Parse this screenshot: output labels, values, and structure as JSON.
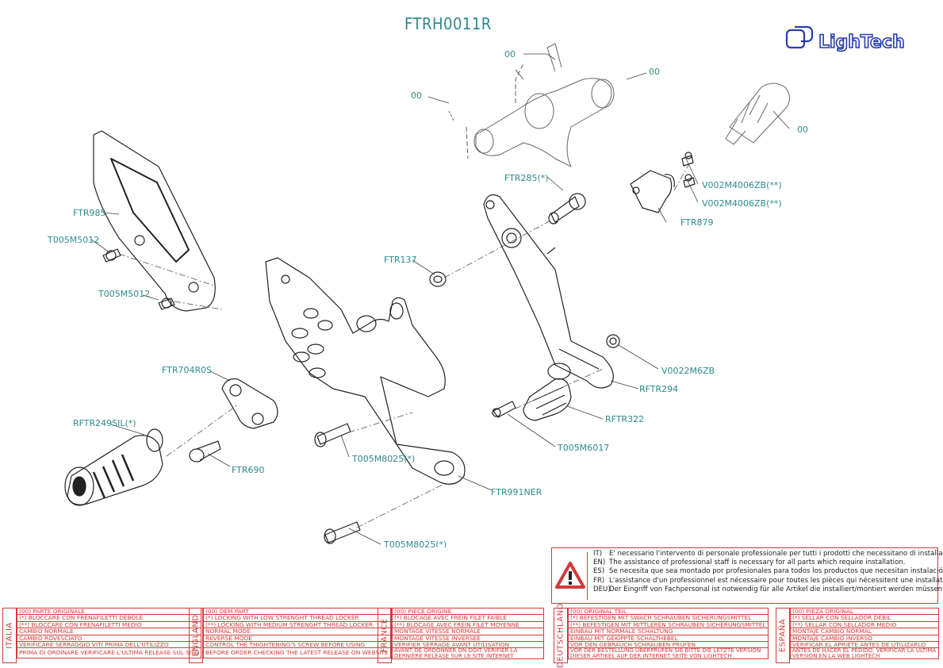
{
  "title": "FTRH0011R",
  "brand": "LighTech",
  "part_labels": [
    "00",
    "00",
    "00",
    "00",
    "FTR985",
    "T005M5012",
    "T005M5012",
    "FTR285(*)",
    "V002M4006ZB(**)",
    "V002M4006ZB(**)",
    "FTR879",
    "FTR137",
    "V0022M6ZB",
    "RFTR294",
    "RFTR322",
    "FTR704R0S",
    "RFTR249SIL(*)",
    "FTR690",
    "T005M8025(*)",
    "T005M6017",
    "FTR991NER",
    "T005M8025(*)"
  ],
  "warning": {
    "icon": "warning-triangle-icon",
    "lines": [
      {
        "code": "IT)",
        "text": "E' necessario l'intervento di personale professionale per tutti i prodotti che necessitano di installazione."
      },
      {
        "code": "EN)",
        "text": "The assistance of professional staff is necessary for all parts which require installation."
      },
      {
        "code": "ES)",
        "text": "Se necesita que sea montado por profesionales para todos los productos que necesitan instalación."
      },
      {
        "code": "FR)",
        "text": "L'assistance d'un professionnel est nécessaire pour toutes les pièces qui nécessitent une installation."
      },
      {
        "code": "DEU)",
        "text": "Der Eingriff von Fachpersonal ist notwendig für alle Artikel die installiert/montiert werden müssen."
      }
    ]
  },
  "legends": [
    {
      "country": "ITALIA",
      "lines": [
        "(00) PARTE ORIGINALE",
        "(*)  BLOCCARE CON FRENAFILETTI DEBOLE",
        "(**) BLOCCARE CON FRENAFILETTI MEDIO",
        "CAMBIO NORMALE",
        "CAMBIO ROVESCIATO",
        "VERIFICARE SERRAGGIO VITI PRIMA DELL'UTILIZZO",
        "PRIMA DI ORDINARE VERIFICARE L'ULTIMA RELEASE SUL SITO"
      ]
    },
    {
      "country": "ENGLAND",
      "lines": [
        "(00) OEM PART",
        "(*)  LOCKING WITH LOW STRENGHT THREAD LOCKER",
        "(**) LOCKING WITH MEDIUM STRENGHT THREAD LOCKER",
        "NORMAL MODE",
        "REVERSE MODE",
        "CONTROL THE THIGHTENING'S SCREW BEFORE USING",
        "BEFORE ORDER CHECKING THE LATEST RELEASE ON WEBSITE"
      ]
    },
    {
      "country": "FRANCE",
      "lines": [
        "(00) PIECE ORIGINE",
        "(*)  BLOCAGE AVEC FREIN FILET FAIBLE",
        "(**) BLOCAGE AVEC FREIN FILET MOYENNE",
        "MONTAGE VITESSE NORMALE",
        "MONTAGE VITESSE INVERSEE",
        "VERIFIER SERRAGE AVANT UTILISATION",
        "AVANT DE ORDONNER ON DOIT VERIFIER LA DERNIÈRE RELEASE SUR LE SITE INTERNET"
      ]
    },
    {
      "country": "DEUTSCHLAND",
      "lines": [
        "(00) ORIGINAL TEIL",
        "(*)  BEFESTIGEN MIT SWACH SCHRAUBEN SICHERUNGSMITTEL",
        "(**) BEFESTIGEN MIT MITTLEREN SCHRAUBEN SICHERUNGSMITTEL",
        "EINBAU MIT NORMALE SCHALTUNG",
        "EINBAU MIT GEKIPPTE SCHALTHEBEL",
        "VOR DEN GEBRAUCH SCHRAUBEN PRÜFEN",
        "VOR DER BESTELLUNG ÜBERPRÜFEN SIE BITTE DIE LETZTE VERSION DIESER ARTIKEL AUF DER INTERNET SEITE VON LIGHTECH"
      ]
    },
    {
      "country": "ESPAÑA",
      "lines": [
        "(00) PIEZA ORIGINAL",
        "(*)  SELLAR CON SELLADOR DEBIL",
        "(**) SELLAR CON SELLADOR MEDIO",
        "MONTAJE  CAMBIO NORMAL",
        "MONTAJE  CAMBIO INVERSO",
        "VERIFICAR EL APRIETE ANTES DE UTILIZARLO",
        "ANTES DE HACER EL PEDIDO, VERIFICAR LA ULTIMA VERSION EN LA WEB LIGHTECH"
      ]
    }
  ]
}
